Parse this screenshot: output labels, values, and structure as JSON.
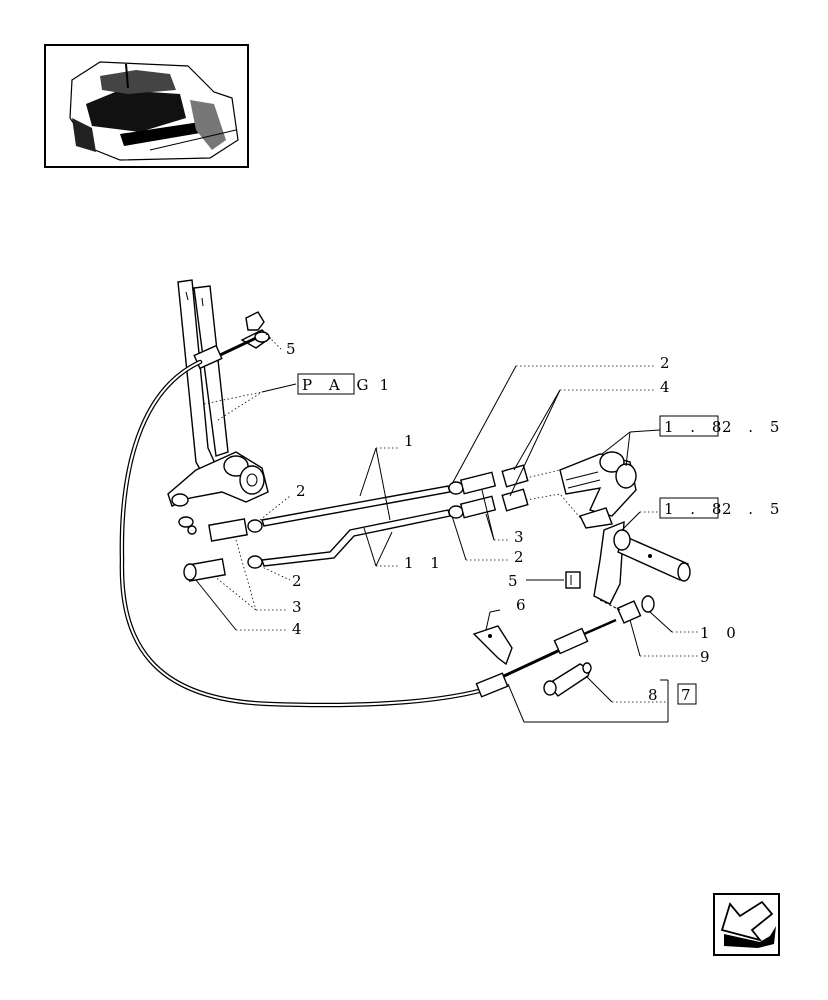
{
  "callouts": {
    "c1": "1",
    "c2": "2",
    "c3": "3",
    "c4": "4",
    "c5": "5",
    "c6": "6",
    "c8": "8",
    "c9": "9",
    "c10": "1 0",
    "c11": "1 1",
    "ref_pag_boxed": "P A G",
    "ref_pag_tail": ". 1",
    "ref_18_boxed": "1 . 8",
    "ref_18_tail": "2 . 5",
    "ref_7": "7"
  },
  "icons": {
    "thumbnail": "tractor-cab-thumbnail",
    "nav": "back-arrow-icon"
  }
}
